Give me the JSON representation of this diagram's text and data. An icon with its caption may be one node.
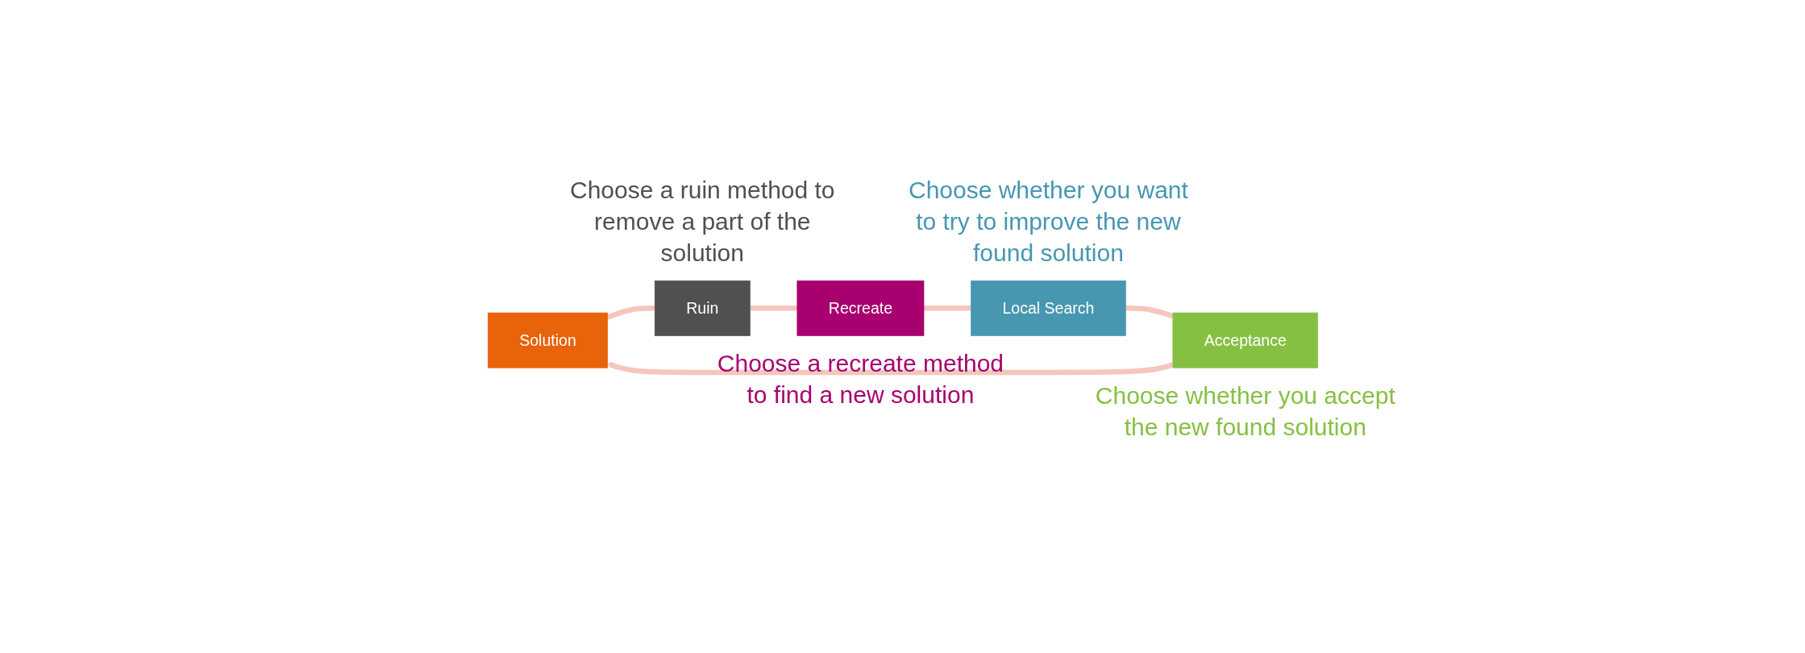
{
  "diagram": {
    "nodes": [
      {
        "text": [
          "Solution"
        ]
      },
      {
        "text": [
          "Ruin"
        ],
        "beside": [
          "Choose a ruin method to remove a part of the solution"
        ]
      },
      {
        "text": [
          "Recreate"
        ],
        "beside": [
          "Choose a recreate method to find a new solution"
        ]
      },
      {
        "text": [
          "Local Search"
        ],
        "beside": [
          "Choose whether you want to try to improve the new found solution"
        ]
      },
      {
        "text": [
          "Acceptance"
        ],
        "beside": [
          "Choose whether you accept the new found solution"
        ]
      }
    ],
    "edges": [
      {
        "from": 0,
        "to": 1,
        "arrow": "none"
      },
      {
        "from": 1,
        "to": 2,
        "arrow": "none"
      },
      {
        "from": 2,
        "to": 3,
        "arrow": "none"
      },
      {
        "from": 3,
        "to": 4,
        "arrow": "none"
      },
      {
        "from": 4,
        "to": 0,
        "arrow": "to"
      }
    ]
  }
}
